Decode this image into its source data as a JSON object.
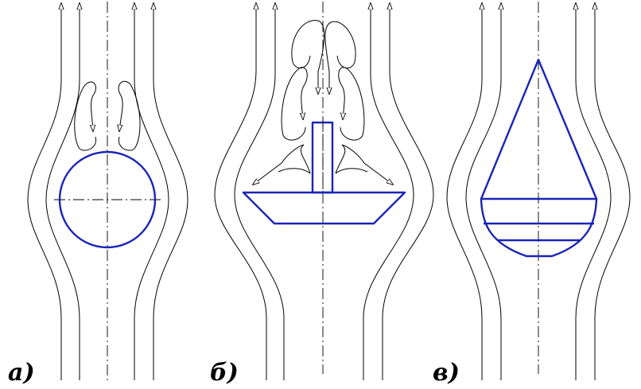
{
  "panels": [
    {
      "id": "a",
      "label": "а)",
      "body_shape": "circle",
      "body_color": "#1a24b8"
    },
    {
      "id": "b",
      "label": "б)",
      "body_shape": "plate-with-rod",
      "body_color": "#1a24b8"
    },
    {
      "id": "v",
      "label": "в)",
      "body_shape": "cone-with-bands",
      "body_color": "#1a24b8"
    }
  ],
  "colors": {
    "body": "#1a24b8",
    "lines": "#000000",
    "background": "#ffffff"
  }
}
